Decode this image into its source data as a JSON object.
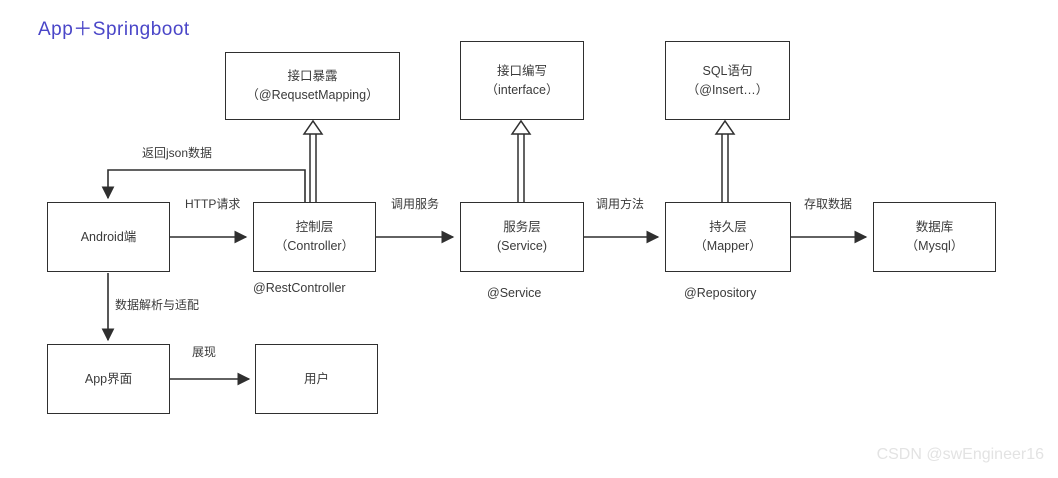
{
  "title": "App＋Springboot",
  "watermark": "CSDN @swEngineer16",
  "colors": {
    "title": "#4a46c8",
    "stroke": "#2f2f2f",
    "text": "#3a3a3a",
    "watermark": "#e3e3e3",
    "background": "#ffffff"
  },
  "top_nodes": [
    {
      "line1": "接口暴露",
      "line2": "（@RequsetMapping）"
    },
    {
      "line1": "接口编写",
      "line2": "（interface）"
    },
    {
      "line1": "SQL语句",
      "line2": "（@Insert…）"
    }
  ],
  "main_nodes": [
    {
      "line1": "Android端",
      "line2": "",
      "annotation": ""
    },
    {
      "line1": "控制层",
      "line2": "（Controller）",
      "annotation": "@RestController"
    },
    {
      "line1": "服务层",
      "line2": "(Service)",
      "annotation": "@Service"
    },
    {
      "line1": "持久层",
      "line2": "（Mapper）",
      "annotation": "@Repository"
    },
    {
      "line1": "数据库",
      "line2": "（Mysql）",
      "annotation": ""
    }
  ],
  "bottom_nodes": [
    {
      "line1": "App界面",
      "line2": ""
    },
    {
      "line1": "用户",
      "line2": ""
    }
  ],
  "edge_labels": {
    "return_json": "返回json数据",
    "http_request": "HTTP请求",
    "call_service": "调用服务",
    "call_method": "调用方法",
    "access_data": "存取数据",
    "parse_adapt": "数据解析与适配",
    "present": "展现"
  }
}
